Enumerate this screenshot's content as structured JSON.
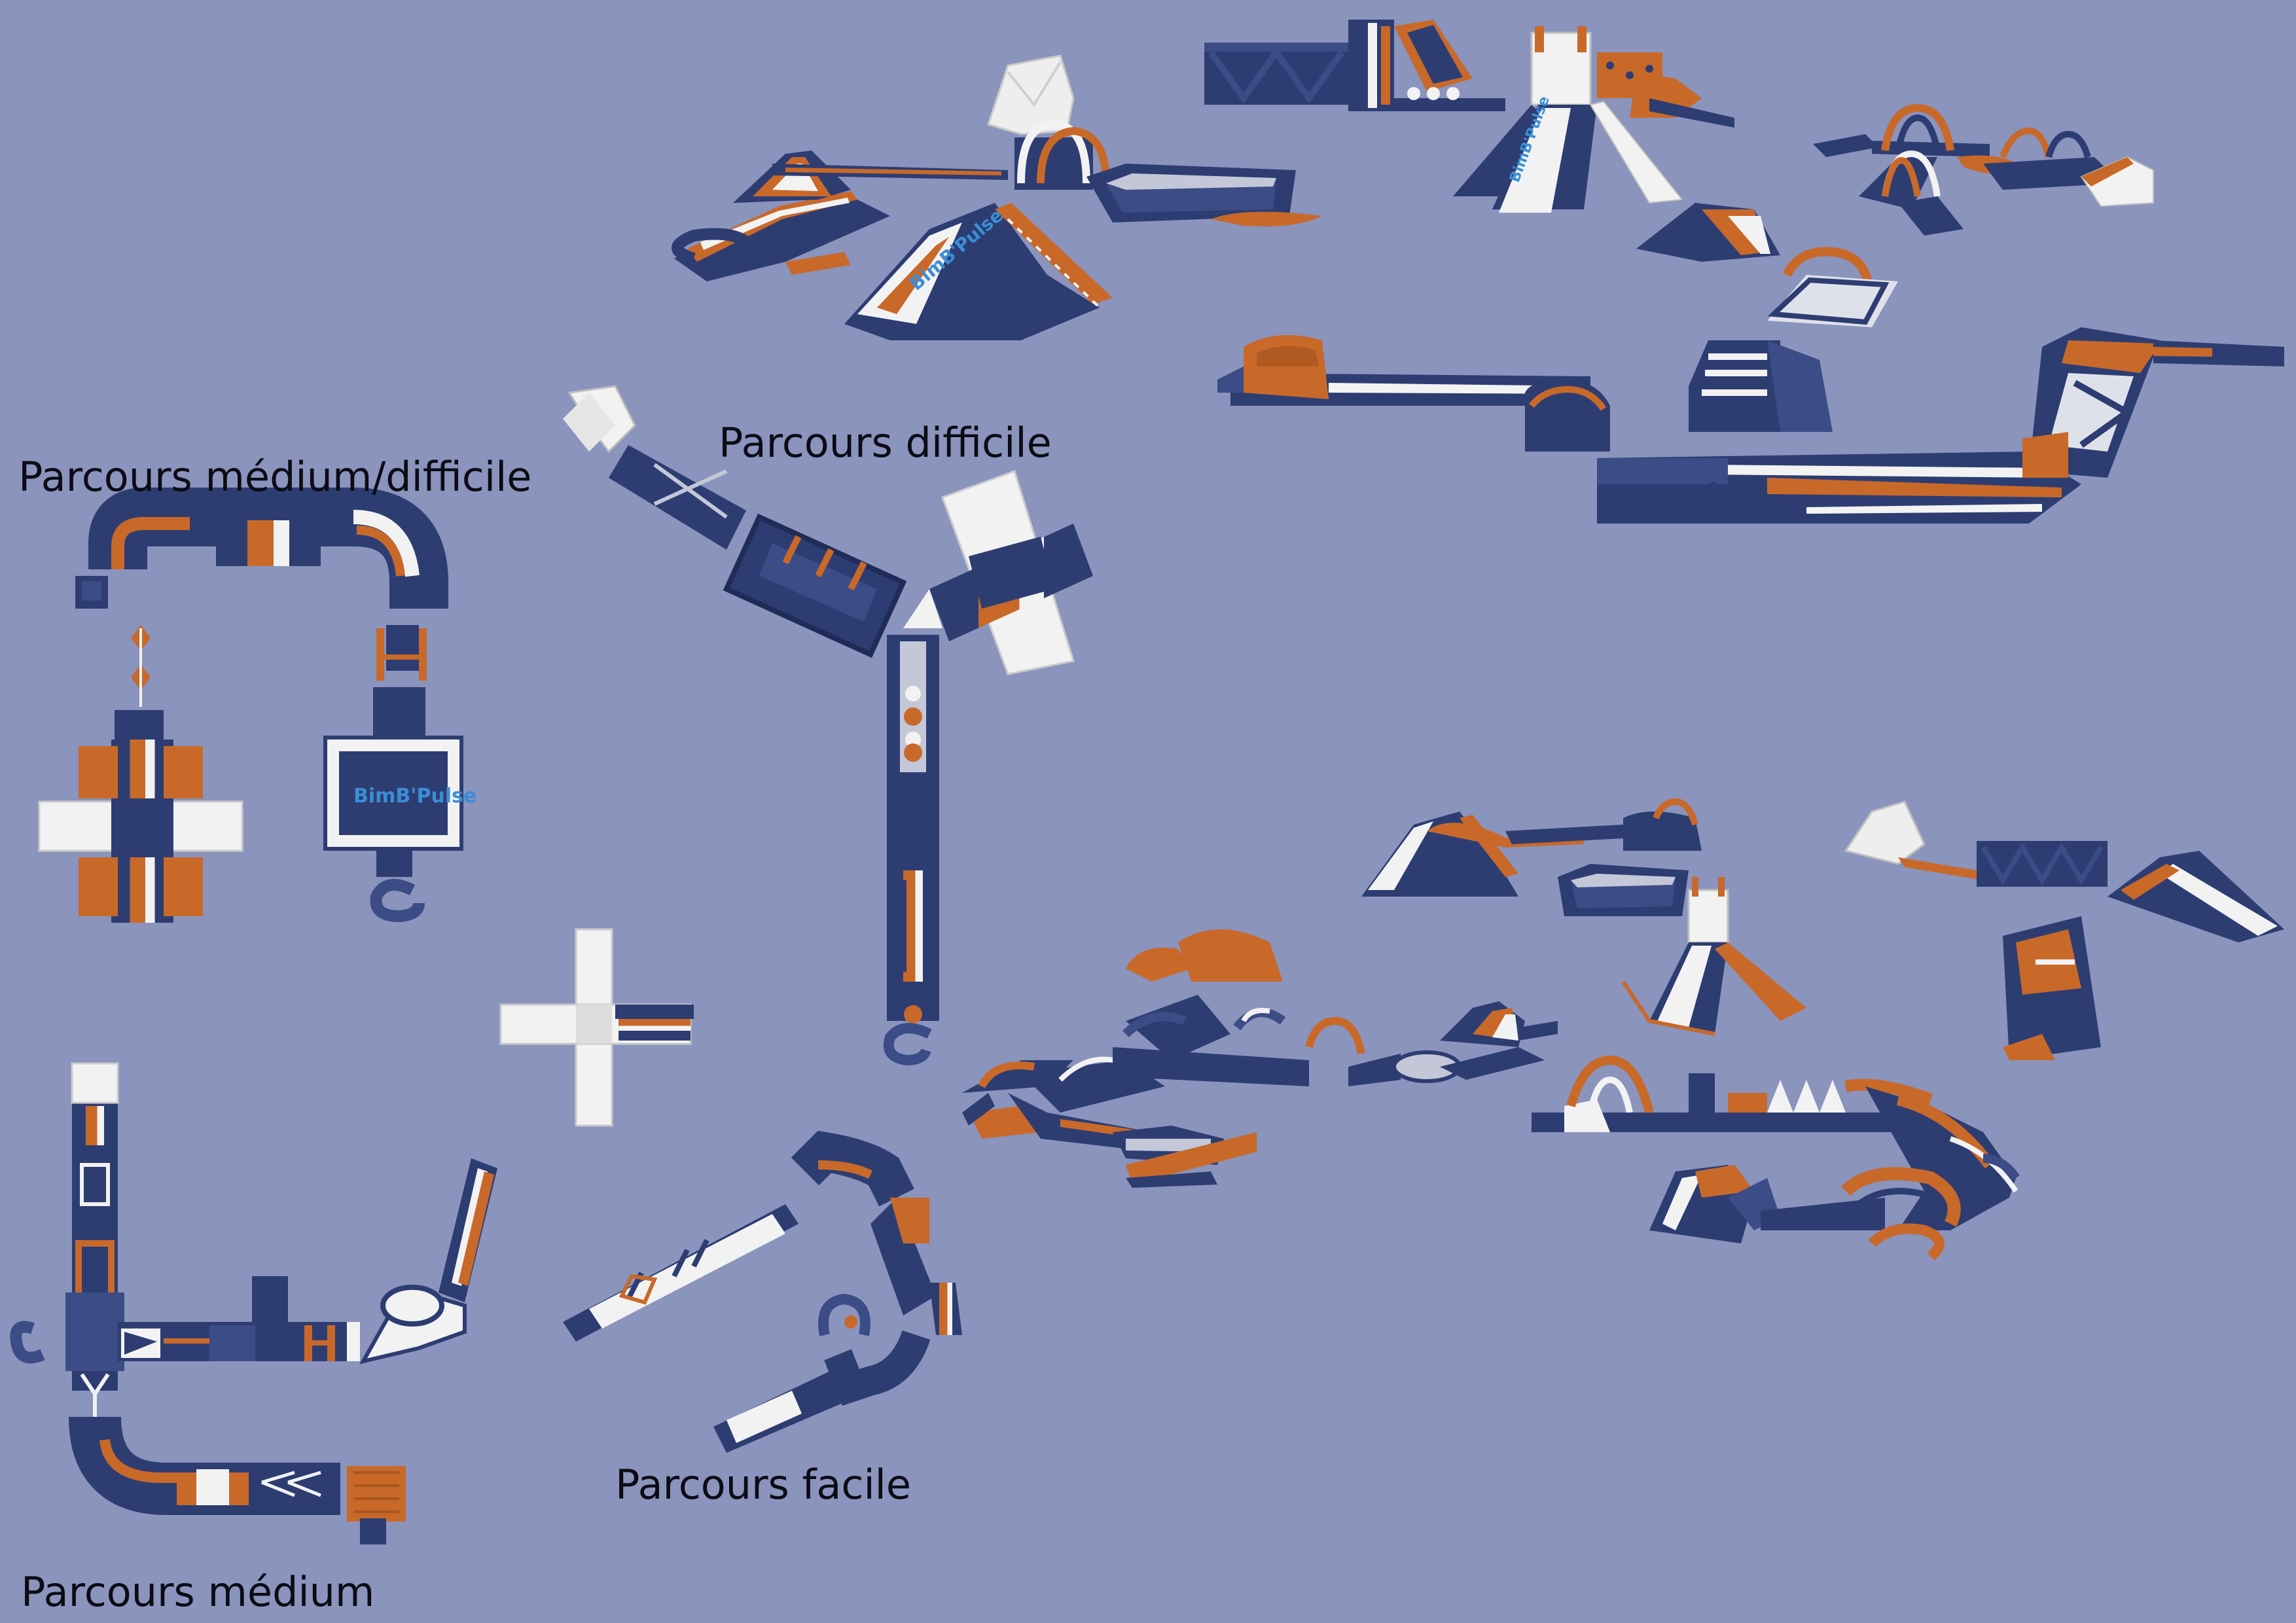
{
  "labels": {
    "medium_difficile": "Parcours médium/difficile",
    "difficile": "Parcours difficile",
    "medium": "Parcours médium",
    "facile": "Parcours facile"
  },
  "brand_logo": "BimB'Pulse",
  "colors": {
    "background": "#8a94bd",
    "navy": "#2d3d72",
    "orange": "#c8692a",
    "white": "#f2f2f2"
  }
}
